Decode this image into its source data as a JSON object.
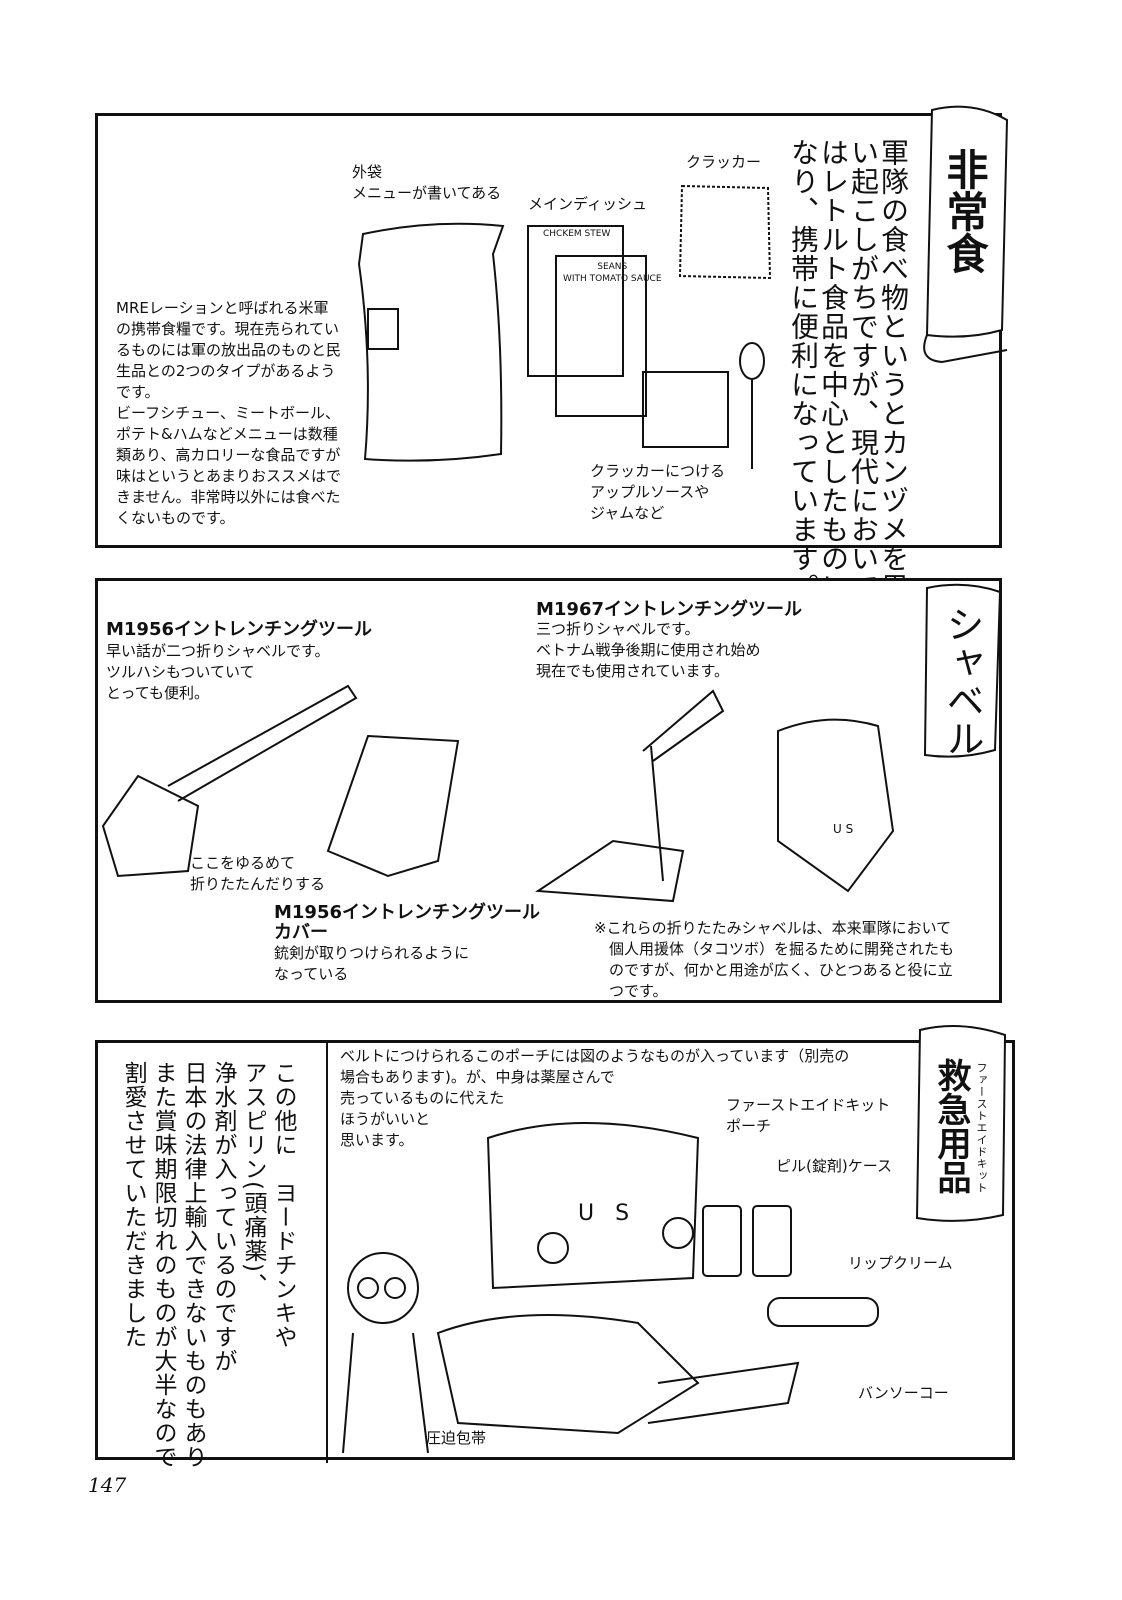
{
  "panel1": {
    "title": "非常食",
    "intro_vertical": "軍隊の食べ物というとカンヅメを思\nい起こしがちですが、現代において\nはレトルト食品を中心としたものに\nなり、携帯に便利になっています。",
    "outer_bag_label": "外袋\nメニューが書いてある",
    "main_dish_label": "メインディッシュ",
    "cracker_label": "クラッカー",
    "spread_label": "クラッカーにつける\nアップルソースや\nジャムなど",
    "description": "MREレーションと呼ばれる米軍\nの携帯食糧です。現在売られてい\nるものには軍の放出品のものと民\n生品との2つのタイプがあるよう\nです。\nビーフシチュー、ミートボール、\nポテト&ハムなどメニューは数種\n類あり、高カロリーな食品ですが\n味はというとあまりおススメはで\nきません。非常時以外には食べた\nくないものです。",
    "box1_text": "CHCKEM STEW",
    "box2_text": "SEANS\nWITH TOMATO SAUCE"
  },
  "panel2": {
    "title": "シャベル",
    "m1956_title": "M1956イントレンチングツール",
    "m1956_desc": "早い話が二つ折りシャベルです。\nツルハシもついていて\nとっても便利。",
    "fold_note": "ここをゆるめて\n折りたたんだりする",
    "m1967_title": "M1967イントレンチングツール",
    "m1967_desc": "三つ折りシャベルです。\nベトナム戦争後期に使用され始め\n現在でも使用されています。",
    "cover_title": "M1956イントレンチングツール\nカバー",
    "cover_desc": "銃剣が取りつけられるように\nなっている",
    "footnote": "※これらの折りたたみシャベルは、本来軍隊において\n　個人用援体（タコツボ）を掘るために開発されたも\n　のですが、何かと用途が広く、ひとつあると役に立\n　つです。",
    "pouch_mark": "U S"
  },
  "panel3": {
    "title": "救急用品",
    "title_ruby": "ファーストエイドキット",
    "side_vertical": "この他に　ヨードチンキや\nアスピリン(頭痛薬)、\n浄水剤が入っているのですが\n日本の法律上輸入できないものもあり\nまた賞味期限切れのものが大半なので\n割愛させていただきました",
    "intro": "ベルトにつけられるこのポーチには図のようなものが入っています（別売の\n場合もあります)。が、中身は薬屋さんで\n売っているものに代えた\nほうがいいと\n思います。",
    "pouch_label": "ファーストエイドキット\nポーチ",
    "pill_label": "ピル(錠剤)ケース",
    "lip_label": "リップクリーム",
    "bandaid_label": "バンソーコー",
    "bandage_label": "圧迫包帯",
    "pouch_mark": "U   S"
  },
  "page_number": "147"
}
